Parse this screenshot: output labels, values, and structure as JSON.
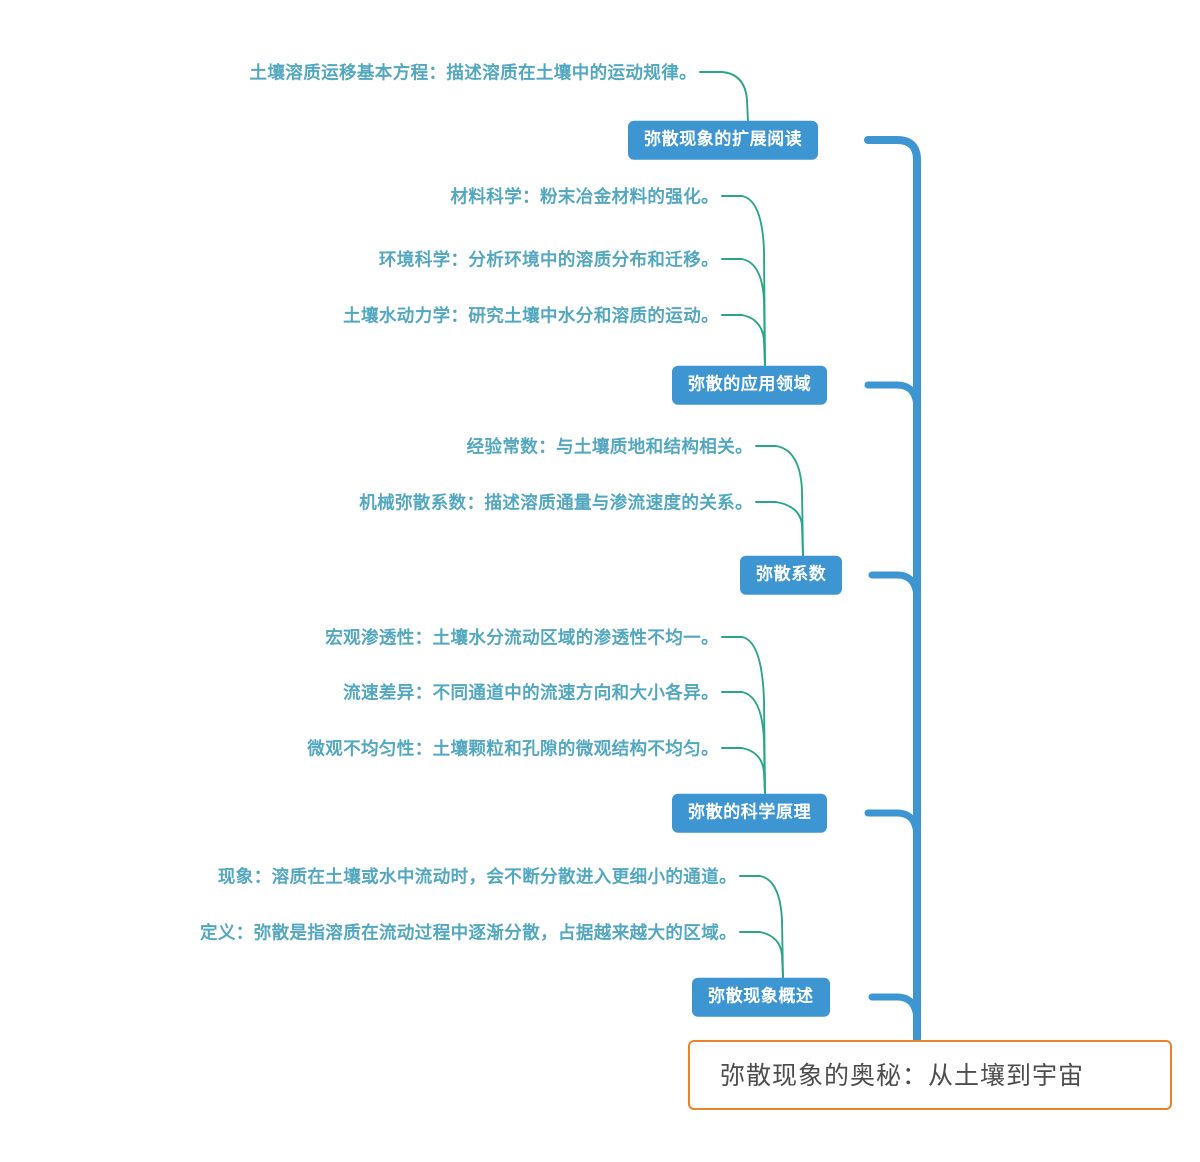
{
  "diagram": {
    "type": "mind-map",
    "title": "弥散现象的奥秘：从土壤到宇宙",
    "colors": {
      "root_border": "#e8822c",
      "root_text": "#4d4d4d",
      "branch_fill": "#3d96d2",
      "branch_text": "#ffffff",
      "leaf_text": "#53a7bf",
      "trunk_line": "#3d96d2",
      "leaf_line": "#2aa58a",
      "background": "#ffffff"
    }
  },
  "root": {
    "label": "弥散现象的奥秘：从土壤到宇宙"
  },
  "branches": [
    {
      "label": "弥散现象的扩展阅读",
      "leaves": [
        {
          "label": "土壤溶质运移基本方程：描述溶质在土壤中的运动规律。"
        }
      ]
    },
    {
      "label": "弥散的应用领域",
      "leaves": [
        {
          "label": "材料科学：粉末冶金材料的强化。"
        },
        {
          "label": "环境科学：分析环境中的溶质分布和迁移。"
        },
        {
          "label": "土壤水动力学：研究土壤中水分和溶质的运动。"
        }
      ]
    },
    {
      "label": "弥散系数",
      "leaves": [
        {
          "label": "经验常数：与土壤质地和结构相关。"
        },
        {
          "label": "机械弥散系数：描述溶质通量与渗流速度的关系。"
        }
      ]
    },
    {
      "label": "弥散的科学原理",
      "leaves": [
        {
          "label": "宏观渗透性：土壤水分流动区域的渗透性不均一。"
        },
        {
          "label": "流速差异：不同通道中的流速方向和大小各异。"
        },
        {
          "label": "微观不均匀性：土壤颗粒和孔隙的微观结构不均匀。"
        }
      ]
    },
    {
      "label": "弥散现象概述",
      "leaves": [
        {
          "label": "现象：溶质在土壤或水中流动时，会不断分散进入更细小的通道。"
        },
        {
          "label": "定义：弥散是指溶质在流动过程中逐渐分散，占据越来越大的区域。"
        }
      ]
    }
  ]
}
